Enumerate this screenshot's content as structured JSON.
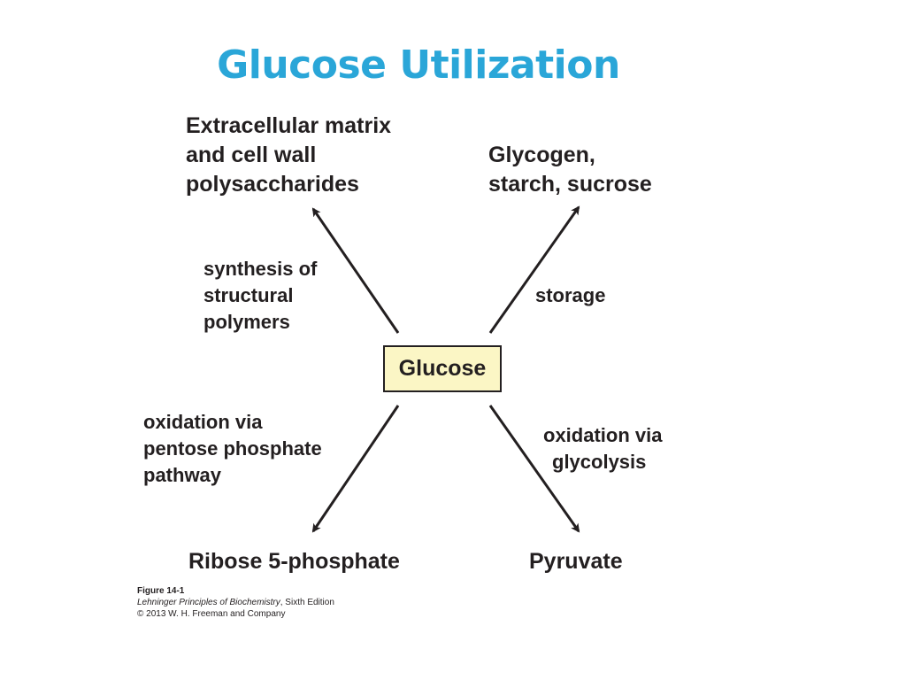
{
  "title": "Glucose Utilization",
  "center": {
    "label": "Glucose",
    "fill_color": "#fbf6c5"
  },
  "products": {
    "upper_left": [
      "Extracellular matrix",
      "and cell wall",
      "polysaccharides"
    ],
    "upper_right": [
      "Glycogen,",
      "starch, sucrose"
    ],
    "lower_left": "Ribose 5-phosphate",
    "lower_right": "Pyruvate"
  },
  "processes": {
    "upper_left": [
      "synthesis of",
      "structural",
      "polymers"
    ],
    "upper_right": "storage",
    "lower_left": [
      "oxidation via",
      "pentose phosphate",
      "pathway"
    ],
    "lower_right": [
      "oxidation via",
      "glycolysis"
    ]
  },
  "caption": {
    "figure": "Figure 14-1",
    "book_title": "Lehninger Principles of Biochemistry",
    "edition": ", Sixth Edition",
    "copyright": "© 2013 W. H. Freeman and Company"
  },
  "colors": {
    "title": "#2aa6d8",
    "text": "#231f20",
    "arrows": "#231f20"
  }
}
